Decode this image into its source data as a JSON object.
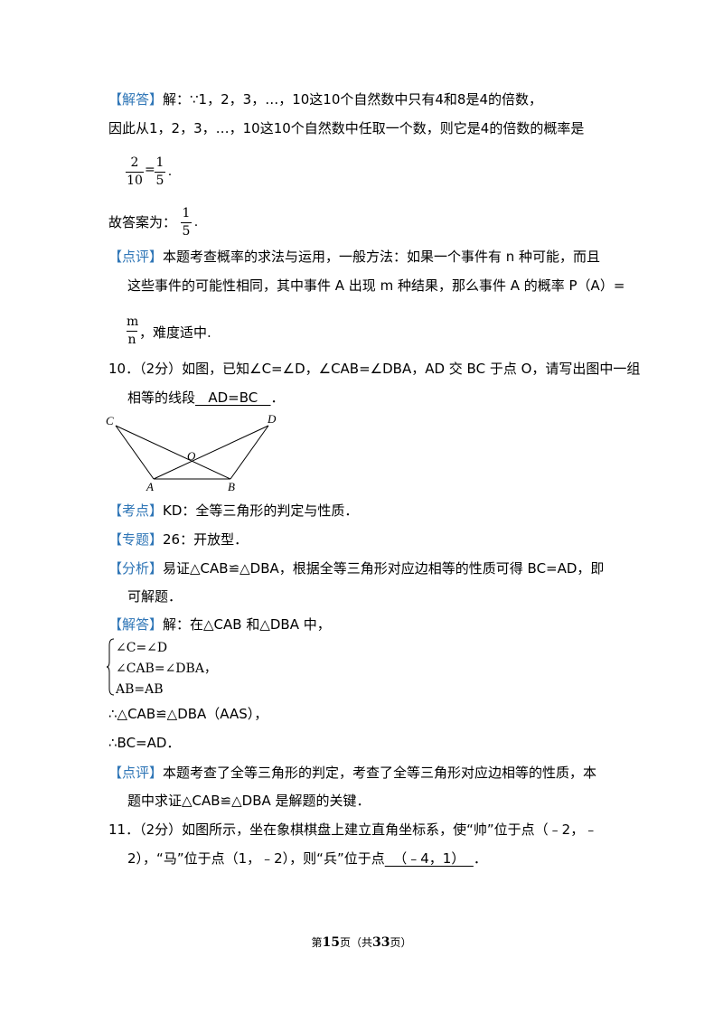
{
  "q9": {
    "answer_tag": "【解答】",
    "answer_l1": "解：∵1，2，3，…，10这10个自然数中只有4和8是4的倍数，",
    "answer_l2": "因此从1，2，3，…，10这10个自然数中任取一个数，则它是4的倍数的概率是",
    "frac_a_num": "2",
    "frac_a_den": "10",
    "frac_eq": "=",
    "frac_b_num": "1",
    "frac_b_den": "5",
    "frac_end": ".",
    "result_prefix": "故答案为：",
    "result_num": "1",
    "result_den": "5",
    "result_end": ".",
    "comment_tag": "【点评】",
    "comment_l1": "本题考查概率的求法与运用，一般方法：如果一个事件有 n 种可能，而且",
    "comment_l2": "这些事件的可能性相同，其中事件 A 出现 m 种结果，那么事件 A 的概率 P（A）=",
    "comment_frac_num": "m",
    "comment_frac_den": "n",
    "comment_l3": "，难度适中."
  },
  "q10": {
    "stem_l1": "10．（2分）如图，已知∠C=∠D，∠CAB=∠DBA，AD 交 BC 于点 O，请写出图中一组",
    "stem_l2_pre": "相等的线段",
    "answer": "   AD=BC   ",
    "stem_l2_end": "．",
    "figure": {
      "labels": {
        "C": "C",
        "D": "D",
        "O": "O",
        "A": "A",
        "B": "B"
      }
    },
    "kaodian_tag": "【考点】",
    "kaodian": "KD：全等三角形的判定与性质．",
    "zhuanti_tag": "【专题】",
    "zhuanti": "26：开放型．",
    "fenxi_tag": "【分析】",
    "fenxi_l1": "易证△CAB≌△DBA，根据全等三角形对应边相等的性质可得 BC=AD，即",
    "fenxi_l2": "可解题．",
    "jieda_tag": "【解答】",
    "jieda": "解：在△CAB 和△DBA 中，",
    "system": [
      "∠C=∠D",
      "∠CAB=∠DBA，",
      "AB=AB"
    ],
    "step1": "∴△CAB≌△DBA（AAS），",
    "step2": "∴BC=AD．",
    "comment_tag": "【点评】",
    "comment_l1": "本题考查了全等三角形的判定，考查了全等三角形对应边相等的性质，本",
    "comment_l2": "题中求证△CAB≌△DBA 是解题的关键．"
  },
  "q11": {
    "stem_l1": "11．（2分）如图所示，坐在象棋棋盘上建立直角坐标系，使“帅”位于点（﹣2，﹣",
    "stem_l2_pre": "2），“马”位于点（1，﹣2），则“兵”位于点",
    "answer": "  （﹣4，1）  ",
    "stem_l2_end": "．"
  },
  "footer": {
    "pre": "第",
    "page": "15",
    "mid": "页（共",
    "total": "33",
    "post": "页）"
  }
}
